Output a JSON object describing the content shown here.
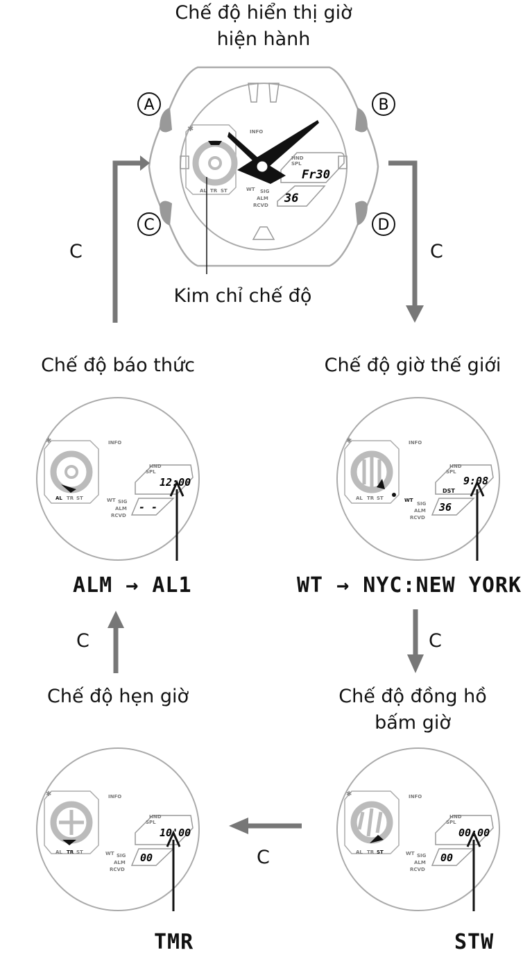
{
  "modes": {
    "current_time": {
      "title": "Chế độ hiển thị giờ hiện hành",
      "title_line1": "Chế độ hiển thị giờ",
      "title_line2": "hiện hành",
      "lcd_top": "Fr30",
      "lcd_bottom": "36"
    },
    "alarm": {
      "title": "Chế độ báo thức",
      "lcd_top": "12:00",
      "lcd_bottom": "- -",
      "code": "ALM → AL1",
      "hand_sub": "AL"
    },
    "world_time": {
      "title": "Chế độ giờ thế giới",
      "lcd_top": "9:08",
      "lcd_mid": "DST",
      "lcd_bottom": "36",
      "code": "WT → NYC:NEW YORK",
      "hand_sub": "WT"
    },
    "timer": {
      "title": "Chế độ hẹn giờ",
      "lcd_top": "10'00",
      "lcd_bottom": "00",
      "code": "TMR",
      "hand_sub": "TR"
    },
    "stopwatch": {
      "title": "Chế độ đồng hồ bấm giờ",
      "title_line1": "Chế độ đồng hồ",
      "title_line2": "bấm giờ",
      "lcd_top": "00:00",
      "lcd_bottom": "00",
      "code": "STW",
      "hand_sub": "ST"
    }
  },
  "mode_hand_label": "Kim chỉ chế độ",
  "buttons": {
    "a": "A",
    "b": "B",
    "c": "C",
    "d": "D"
  },
  "transition_label": "C",
  "dial_labels": {
    "info": "INFO",
    "hnd": "HND",
    "spl": "SPL",
    "sig": "SIG",
    "alm": "ALM",
    "rcvd": "RCVD",
    "wt": "WT",
    "al": "AL",
    "tr": "TR",
    "st": "ST"
  },
  "icons": {
    "bluetooth": "bluetooth-icon"
  }
}
